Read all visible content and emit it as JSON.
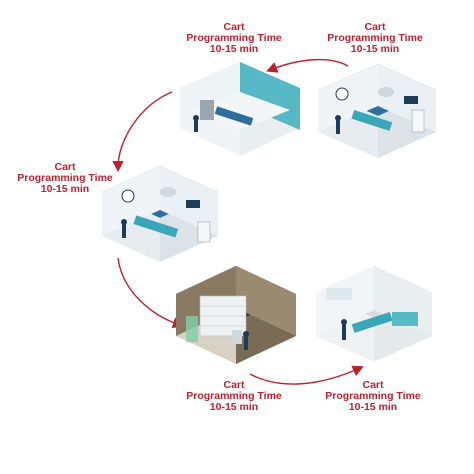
{
  "colors": {
    "accent": "#c0202e",
    "teal": "#3aa7b8",
    "wall": "#e8edf0",
    "floor_blue": "#2f6f9f",
    "floor_gray": "#d9dde0",
    "pharmacy_wall": "#8a7a62",
    "pharmacy_floor": "#3b3b3b"
  },
  "labels": [
    {
      "line1": "Cart",
      "line2": "Programming Time",
      "line3": "10-15 min"
    },
    {
      "line1": "Cart",
      "line2": "Programming Time",
      "line3": "10-15 min"
    },
    {
      "line1": "Cart",
      "line2": "Programming Time",
      "line3": "10-15 min"
    },
    {
      "line1": "Cart",
      "line2": "Programming Time",
      "line3": "10-15 min"
    },
    {
      "line1": "Cart",
      "line2": "Programming Time",
      "line3": "10-15 min"
    }
  ],
  "rooms": [
    {
      "name": "patient-room-1",
      "icon": "hospital-bed-icon"
    },
    {
      "name": "operating-room-1",
      "icon": "surgical-lamp-icon"
    },
    {
      "name": "operating-room-2",
      "icon": "surgical-lamp-icon"
    },
    {
      "name": "pharmacy-room",
      "icon": "medicine-shelf-icon"
    },
    {
      "name": "patient-room-2",
      "icon": "hospital-bed-icon"
    }
  ]
}
